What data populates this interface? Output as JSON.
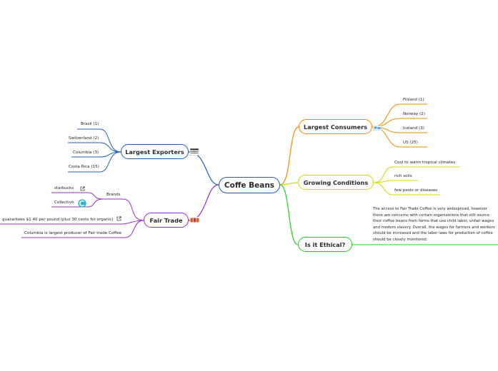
{
  "central": {
    "label": "Coffe Beans"
  },
  "consumers": {
    "label": "Largest Consumers",
    "items": [
      "Finland (1)",
      "Norway (2)",
      "Iceland (3)",
      "US (25)"
    ]
  },
  "growing": {
    "label": "Growing Conditions",
    "items": [
      "Cool to warm tropical climates",
      "rich soils",
      "few pests or diseases"
    ]
  },
  "ethical": {
    "label": "Is it Ethical?",
    "text": "The access to Fair Trade Coffee is very widespread, however there are concerns with certain organizations that still source their coffee beans from farms that use child labor, unfair wages and modern slavery. Overall, the wages for farmers and workers should be increased and the labor laws for production of coffee should be closely monitored."
  },
  "exporters": {
    "label": "Largest Exporters",
    "items": [
      "Brazil (1)",
      "Switzerland (2)",
      "Columbia (3)",
      "Costa Rica (15)"
    ]
  },
  "fairtrade": {
    "label": "Fair Trade",
    "brands": {
      "label": "Brands",
      "items": [
        "starbucks",
        "Collectivo"
      ]
    },
    "guarantee": "guarantees $1.40 per pound (plus 30 cents for organic)",
    "columbia": "Columbia is largest producer of Fair trade Coffee"
  },
  "colors": {
    "blue": "#1f5fb8",
    "orange": "#f28a00",
    "yellow": "#d4d800",
    "green": "#1fcf1f",
    "purple": "#9b2bd1"
  },
  "icons": [
    "flag-icon",
    "world-map-icon",
    "fair-trade-logo-icon",
    "external-link-icon",
    "collectivo-logo-icon"
  ]
}
